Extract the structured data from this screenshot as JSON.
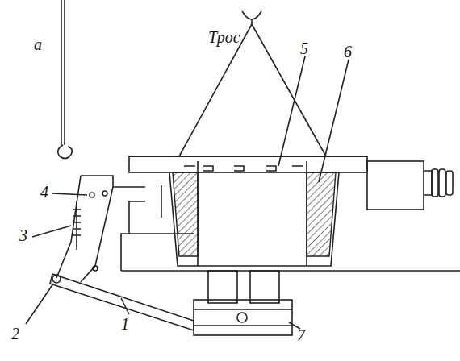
{
  "diagram": {
    "labels": [
      "а",
      "Трос",
      "5",
      "6",
      "4",
      "3",
      "2",
      "1",
      "7"
    ]
  }
}
